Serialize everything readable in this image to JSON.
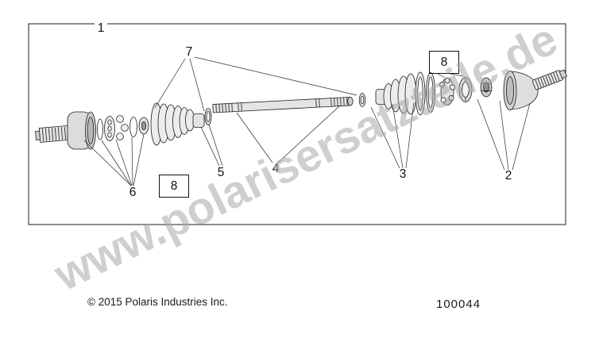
{
  "diagram": {
    "callouts": {
      "c1": "1",
      "c2": "2",
      "c3": "3",
      "c4": "4",
      "c5": "5",
      "c6": "6",
      "c7": "7",
      "c8_top": "8",
      "c8_bottom": "8"
    }
  },
  "footer": {
    "copyright": "© 2015 Polaris Industries Inc.",
    "part_number": "100044"
  },
  "watermark": {
    "text": "www.polarisersatzteile.de"
  }
}
